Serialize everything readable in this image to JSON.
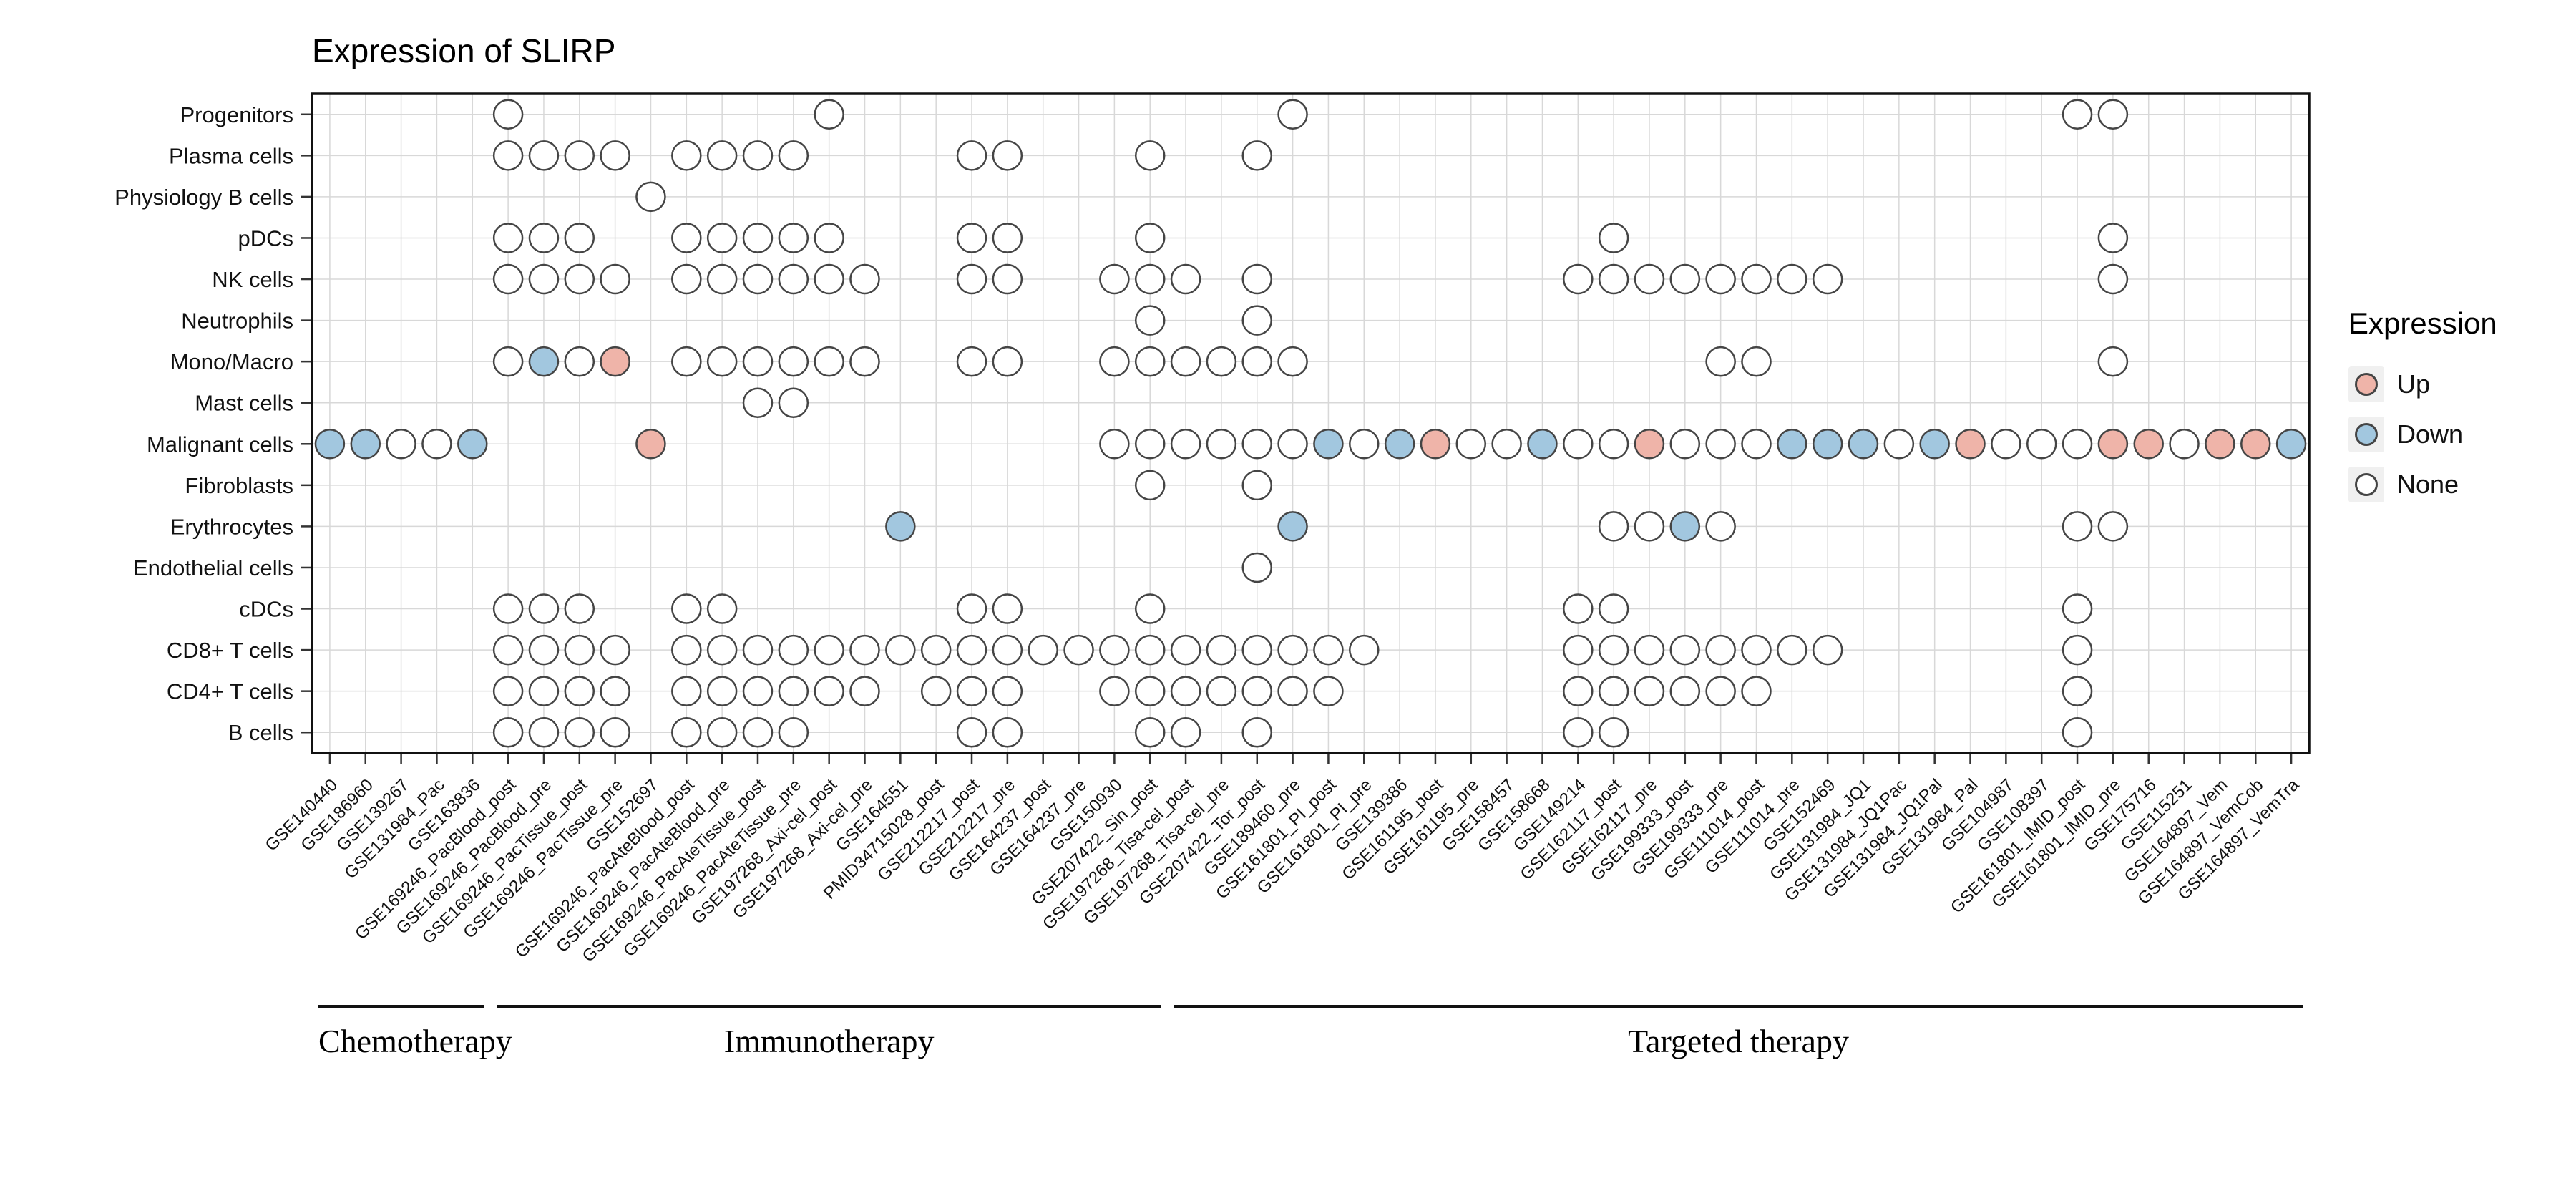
{
  "title": "Expression of SLIRP",
  "legend": {
    "title": "Expression",
    "items": [
      {
        "label": "Up",
        "color": "#EFB4A9"
      },
      {
        "label": "Down",
        "color": "#A2C7DF"
      },
      {
        "label": "None",
        "color": "#FFFFFF"
      }
    ]
  },
  "groups": [
    {
      "label": "Chemotherapy",
      "start": 1,
      "end": 5
    },
    {
      "label": "Immunotherapy",
      "start": 6,
      "end": 24
    },
    {
      "label": "Targeted therapy",
      "start": 25,
      "end": 56
    }
  ],
  "chart_data": {
    "type": "dot-matrix",
    "title": "Expression of SLIRP",
    "legend_position": "right",
    "grid": true,
    "colors": {
      "up": "#EFB4A9",
      "down": "#A2C7DF",
      "none": "#FFFFFF",
      "stroke": "#454545"
    },
    "style": {
      "grid": "#D8D8D8",
      "border": "#111111"
    },
    "rows": [
      "Progenitors",
      "Plasma cells",
      "Physiology B cells",
      "pDCs",
      "NK cells",
      "Neutrophils",
      "Mono/Macro",
      "Mast cells",
      "Malignant cells",
      "Fibroblasts",
      "Erythrocytes",
      "Endothelial cells",
      "cDCs",
      "CD8+ T cells",
      "CD4+ T cells",
      "B cells"
    ],
    "columns": [
      "GSE140440",
      "GSE186960",
      "GSE139267",
      "GSE131984_Pac",
      "GSE163836",
      "GSE169246_PacBlood_post",
      "GSE169246_PacBlood_pre",
      "GSE169246_PacTissue_post",
      "GSE169246_PacTissue_pre",
      "GSE152697",
      "GSE169246_PacAteBlood_post",
      "GSE169246_PacAteBlood_pre",
      "GSE169246_PacAteTissue_post",
      "GSE169246_PacAteTissue_pre",
      "GSE197268_Axi-cel_post",
      "GSE197268_Axi-cel_pre",
      "GSE164551",
      "PMID34715028_post",
      "GSE212217_post",
      "GSE212217_pre",
      "GSE164237_post",
      "GSE164237_pre",
      "GSE150930",
      "GSE207422_Sin_post",
      "GSE197268_Tisa-cel_post",
      "GSE197268_Tisa-cel_pre",
      "GSE207422_Tor_post",
      "GSE189460_pre",
      "GSE161801_PI_post",
      "GSE161801_PI_pre",
      "GSE139386",
      "GSE161195_post",
      "GSE161195_pre",
      "GSE158457",
      "GSE158668",
      "GSE149214",
      "GSE162117_post",
      "GSE162117_pre",
      "GSE199333_post",
      "GSE199333_pre",
      "GSE111014_post",
      "GSE111014_pre",
      "GSE152469",
      "GSE131984_JQ1",
      "GSE131984_JQ1Pac",
      "GSE131984_JQ1Pal",
      "GSE131984_Pal",
      "GSE104987",
      "GSE108397",
      "GSE161801_IMID_post",
      "GSE161801_IMID_pre",
      "GSE175716",
      "GSE115251",
      "GSE164897_Vem",
      "GSE164897_VemCob",
      "GSE164897_VemTra"
    ],
    "matrix": [
      {
        "row": "Progenitors",
        "none": [
          6,
          15,
          28,
          50,
          51
        ]
      },
      {
        "row": "Plasma cells",
        "none": [
          6,
          7,
          8,
          9,
          11,
          12,
          13,
          14,
          19,
          20,
          24,
          27
        ]
      },
      {
        "row": "Physiology B cells",
        "none": [
          10
        ]
      },
      {
        "row": "pDCs",
        "none": [
          6,
          7,
          8,
          11,
          12,
          13,
          14,
          15,
          19,
          20,
          24,
          37,
          51
        ]
      },
      {
        "row": "NK cells",
        "none": [
          6,
          7,
          8,
          9,
          11,
          12,
          13,
          14,
          15,
          16,
          19,
          20,
          23,
          24,
          25,
          27,
          36,
          37,
          38,
          39,
          40,
          41,
          42,
          43,
          51
        ]
      },
      {
        "row": "Neutrophils",
        "none": [
          24,
          27
        ]
      },
      {
        "row": "Mono/Macro",
        "none": [
          6,
          8,
          11,
          12,
          13,
          14,
          15,
          16,
          19,
          20,
          23,
          24,
          25,
          26,
          27,
          28,
          40,
          41,
          51
        ],
        "down": [
          7
        ],
        "up": [
          9
        ]
      },
      {
        "row": "Mast cells",
        "none": [
          13,
          14
        ]
      },
      {
        "row": "Malignant cells",
        "none": [
          3,
          4,
          23,
          24,
          25,
          26,
          27,
          28,
          30,
          33,
          34,
          36,
          37,
          39,
          40,
          41,
          45,
          48,
          49,
          50,
          53
        ],
        "down": [
          1,
          2,
          5,
          29,
          31,
          35,
          42,
          43,
          44,
          46,
          56
        ],
        "up": [
          10,
          32,
          38,
          47,
          51,
          52,
          54,
          55
        ]
      },
      {
        "row": "Fibroblasts",
        "none": [
          24,
          27
        ]
      },
      {
        "row": "Erythrocytes",
        "none": [
          37,
          38,
          40,
          50,
          51
        ],
        "down": [
          17,
          28,
          39
        ]
      },
      {
        "row": "Endothelial cells",
        "none": [
          27
        ]
      },
      {
        "row": "cDCs",
        "none": [
          6,
          7,
          8,
          11,
          12,
          19,
          20,
          24,
          36,
          37,
          50
        ]
      },
      {
        "row": "CD8+ T cells",
        "none": [
          6,
          7,
          8,
          9,
          11,
          12,
          13,
          14,
          15,
          16,
          17,
          18,
          19,
          20,
          21,
          22,
          23,
          24,
          25,
          26,
          27,
          28,
          29,
          30,
          36,
          37,
          38,
          39,
          40,
          41,
          42,
          43,
          50
        ]
      },
      {
        "row": "CD4+ T cells",
        "none": [
          6,
          7,
          8,
          9,
          11,
          12,
          13,
          14,
          15,
          16,
          18,
          19,
          20,
          23,
          24,
          25,
          26,
          27,
          28,
          29,
          36,
          37,
          38,
          39,
          40,
          41,
          50
        ]
      },
      {
        "row": "B cells",
        "none": [
          6,
          7,
          8,
          9,
          11,
          12,
          13,
          14,
          19,
          20,
          24,
          25,
          27,
          36,
          37,
          50
        ]
      }
    ]
  }
}
